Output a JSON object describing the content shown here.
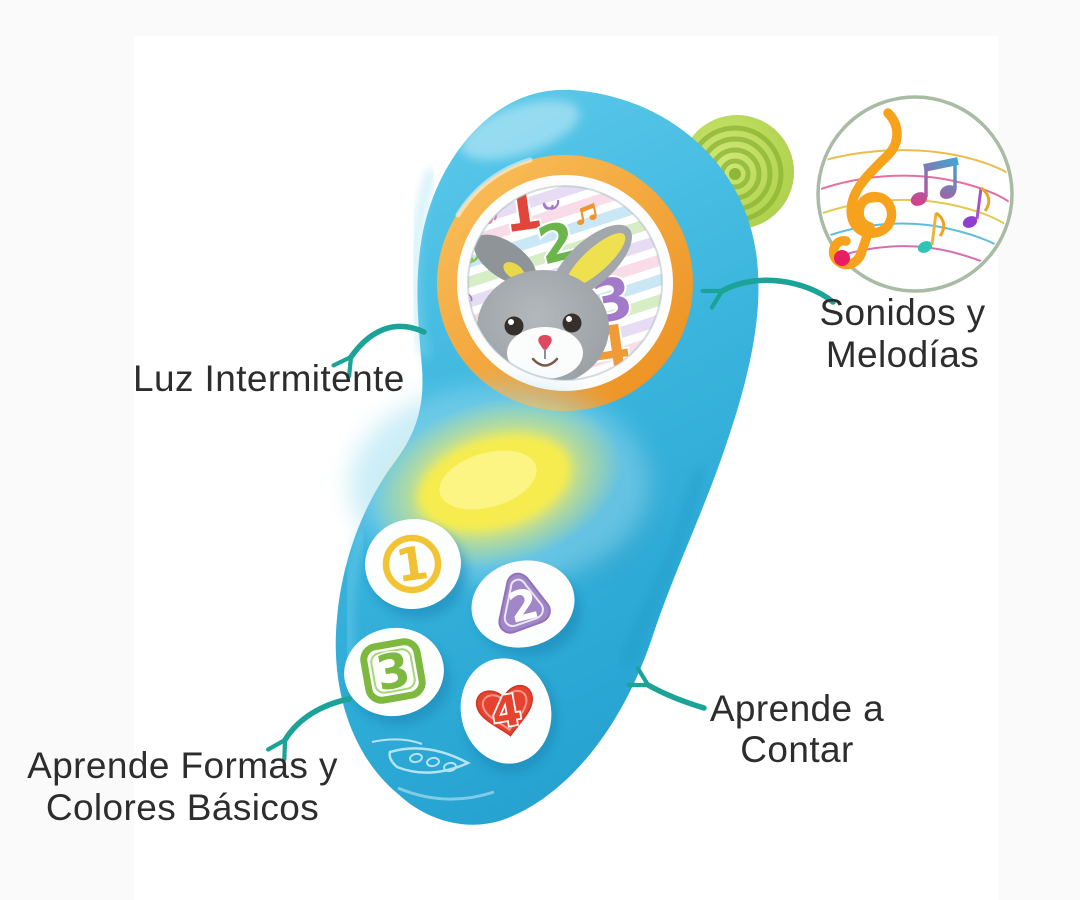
{
  "page": {
    "background_color": "#fafafa",
    "card_background": "#ffffff"
  },
  "labels": {
    "light": "Luz Intermitente",
    "sounds": {
      "line1": "Sonidos y",
      "line2": "Melodías"
    },
    "counting": {
      "line1": "Aprende a",
      "line2": "Contar"
    },
    "shapes": {
      "line1": "Aprende Formas y",
      "line2": "Colores Básicos"
    }
  },
  "toy": {
    "screen_numbers": [
      "1",
      "2",
      "3",
      "4"
    ],
    "buttons": [
      {
        "number": "1",
        "shape": "circle",
        "color": "#f0c233"
      },
      {
        "number": "2",
        "shape": "triangle",
        "color": "#9f81c6"
      },
      {
        "number": "3",
        "shape": "square",
        "color": "#7cb93e"
      },
      {
        "number": "4",
        "shape": "heart",
        "color": "#e6402f"
      }
    ],
    "body_color": "#3cb8e0",
    "antenna_color": "#b8d957",
    "screen_ring_color": "#f2a338",
    "light_color": "#f9ee4e"
  },
  "annotation_style": {
    "arrow_color": "#1aa396",
    "text_color": "#2d2d2d"
  }
}
